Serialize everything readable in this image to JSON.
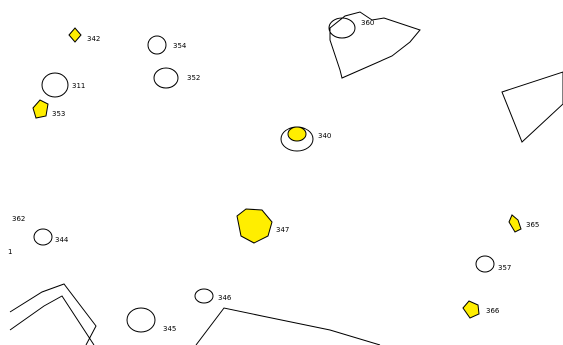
{
  "map": {
    "colors": {
      "highlight": "#ffee00",
      "outline": "#000000",
      "background": "#ffffff"
    },
    "features": [
      {
        "id": "f342",
        "label": "342",
        "highlighted": true
      },
      {
        "id": "f354",
        "label": "354",
        "highlighted": false
      },
      {
        "id": "f311",
        "label": "311",
        "highlighted": false
      },
      {
        "id": "f353",
        "label": "353",
        "highlighted": true
      },
      {
        "id": "f352",
        "label": "352",
        "highlighted": false
      },
      {
        "id": "f360",
        "label": "360",
        "highlighted": false
      },
      {
        "id": "f340",
        "label": "340",
        "highlighted": true
      },
      {
        "id": "f362",
        "label": "362",
        "highlighted": false
      },
      {
        "id": "f344",
        "label": "344",
        "highlighted": false
      },
      {
        "id": "f347",
        "label": "347",
        "highlighted": true
      },
      {
        "id": "f365",
        "label": "365",
        "highlighted": true
      },
      {
        "id": "f357",
        "label": "357",
        "highlighted": false
      },
      {
        "id": "f345",
        "label": "345",
        "highlighted": false
      },
      {
        "id": "f346",
        "label": "346",
        "highlighted": false
      },
      {
        "id": "f366",
        "label": "366",
        "highlighted": true
      },
      {
        "id": "f1",
        "label": "1",
        "highlighted": false
      }
    ]
  }
}
